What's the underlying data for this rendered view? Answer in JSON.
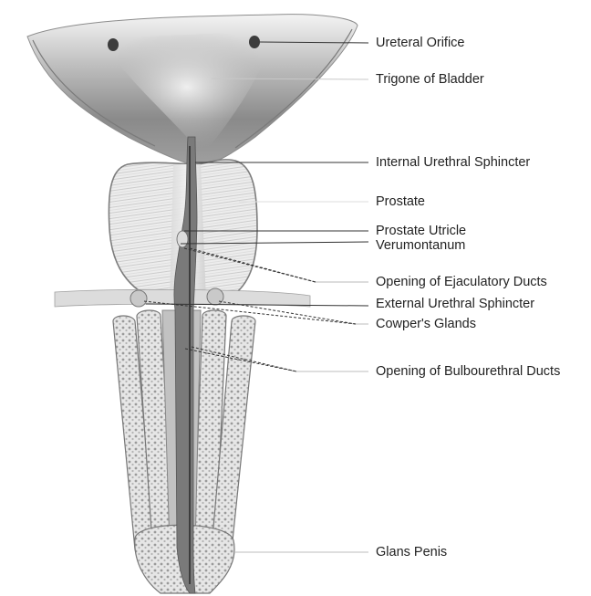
{
  "labels": {
    "ureteral_orifice": "Ureteral Orifice",
    "trigone_of_bladder": "Trigone of Bladder",
    "internal_urethral_sphincter": "Internal Urethral Sphincter",
    "prostate": "Prostate",
    "prostate_utricle": "Prostate Utricle",
    "verumontanum": "Verumontanum",
    "opening_of_ejaculatory_ducts": "Opening of Ejaculatory Ducts",
    "external_urethral_sphincter": "External Urethral Sphincter",
    "cowpers_glands": "Cowper's Glands",
    "opening_of_bulbourethral_ducts": "Opening of Bulbourethral Ducts",
    "glans_penis": "Glans Penis"
  },
  "colors": {
    "background": "#ffffff",
    "leader_line": "#333333",
    "tissue_dark": "#6e6e6e",
    "tissue_mid": "#a9a9a9",
    "tissue_light": "#e2e2e2"
  }
}
